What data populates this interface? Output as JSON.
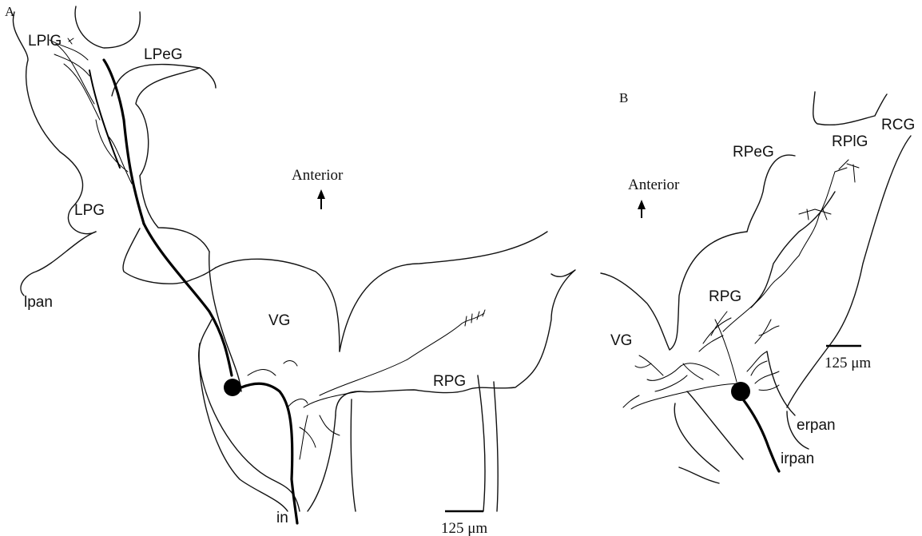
{
  "panel_a": {
    "letter": "A",
    "labels": {
      "lplg": "LPlG",
      "lpeg": "LPeG",
      "lpg": "LPG",
      "lpan": "lpan",
      "vg": "VG",
      "rpg": "RPG",
      "in": "in",
      "anterior": "Anterior"
    },
    "scale_bar": "125 μm"
  },
  "panel_b": {
    "letter": "B",
    "labels": {
      "rpeg": "RPeG",
      "rplg": "RPlG",
      "rcg": "RCG",
      "rpg": "RPG",
      "vg": "VG",
      "erpan": "erpan",
      "irpan": "irpan",
      "anterior": "Anterior"
    },
    "scale_bar": "125 μm"
  }
}
